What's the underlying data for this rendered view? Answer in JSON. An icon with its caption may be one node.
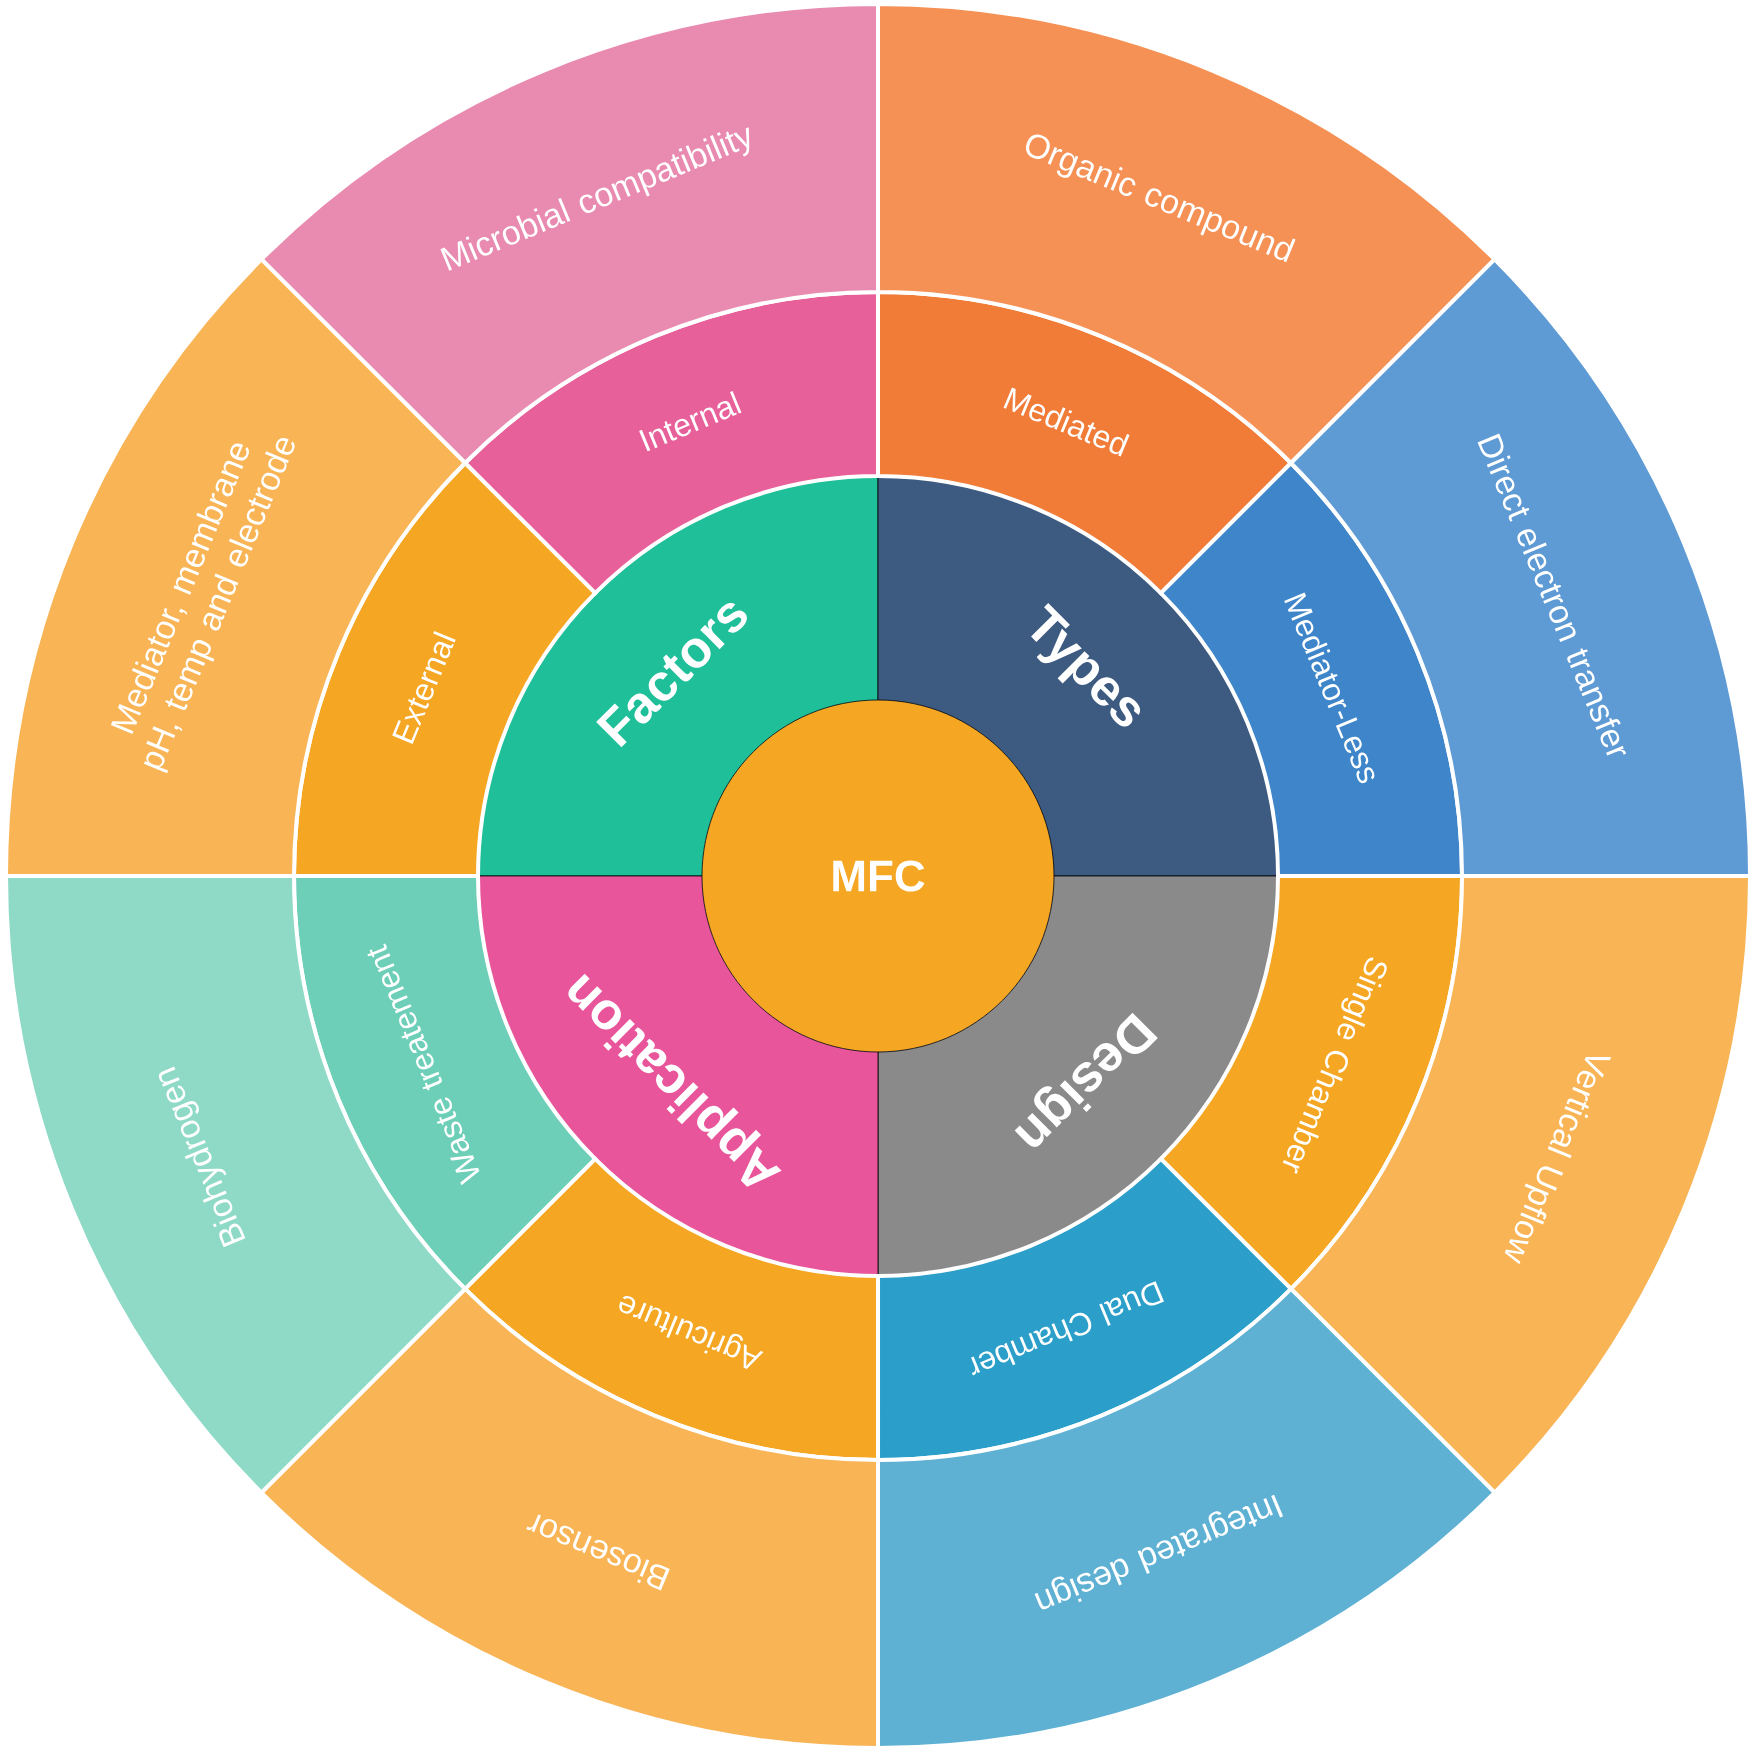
{
  "diagram": {
    "nodes": [
      {
        "text": [
          "MFC"
        ]
      },
      {
        "text": [
          "Factors"
        ]
      },
      {
        "text": [
          "Types"
        ]
      },
      {
        "text": [
          "Design"
        ]
      },
      {
        "text": [
          "Application"
        ]
      },
      {
        "text": [
          "Internal"
        ]
      },
      {
        "text": [
          "External"
        ]
      },
      {
        "text": [
          "Mediated"
        ]
      },
      {
        "text": [
          "Mediator-Less"
        ]
      },
      {
        "text": [
          "Single Chamber"
        ]
      },
      {
        "text": [
          "Dual Chamber"
        ]
      },
      {
        "text": [
          "Agriculture"
        ]
      },
      {
        "text": [
          "Waste treatement"
        ]
      },
      {
        "text": [
          "Microbial compatibility"
        ]
      },
      {
        "text": [
          "Mediator, membrane pH, temp and electrode"
        ]
      },
      {
        "text": [
          "Organic compound"
        ]
      },
      {
        "text": [
          "Direct electron transfer"
        ]
      },
      {
        "text": [
          "Vertical Upflow"
        ]
      },
      {
        "text": [
          "Integrated design"
        ]
      },
      {
        "text": [
          "Biosensor"
        ]
      },
      {
        "text": [
          "Biohydrogen"
        ]
      }
    ]
  }
}
